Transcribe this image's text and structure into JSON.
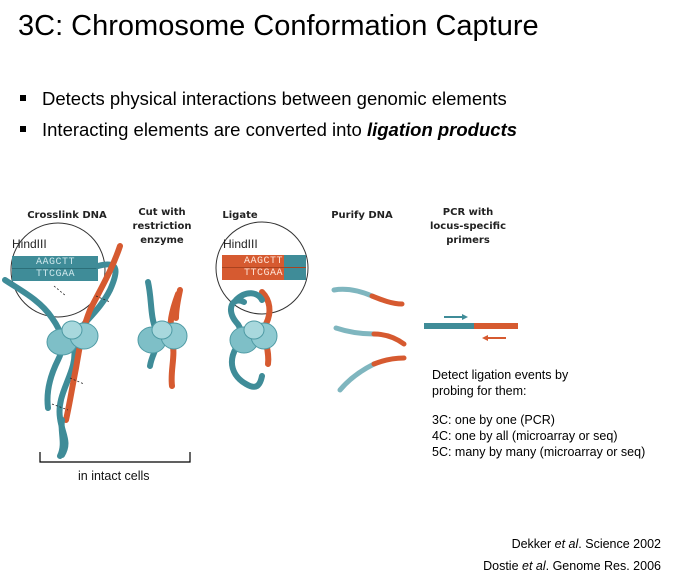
{
  "slide": {
    "title": "3C: Chromosome Conformation Capture",
    "bullets": [
      {
        "text": "Detects physical interactions between genomic elements"
      },
      {
        "text": "Interacting elements are converted into ",
        "emphasis": "ligation products"
      }
    ]
  },
  "diagram": {
    "steps": [
      {
        "label": "Crosslink DNA"
      },
      {
        "label": "Cut with restriction enzyme"
      },
      {
        "label": "Ligate"
      },
      {
        "label": "Purify DNA"
      },
      {
        "label": "PCR with locus-specific primers"
      }
    ],
    "enzyme": "HindIII",
    "seq_top": "AAGCTT",
    "seq_bottom": "TTCGAA",
    "bracket_caption": "in intact cells",
    "colors": {
      "teal": "#3f8c98",
      "orange": "#d65a30",
      "protein": "#7ebfc7"
    }
  },
  "detect": {
    "heading_line1": "Detect ligation events by",
    "heading_line2": "probing for them:",
    "methods": [
      "3C: one by one (PCR)",
      "4C: one by all (microarray or seq)",
      "5C: many by many (microarray or seq)"
    ]
  },
  "references": [
    {
      "author": "Dekker ",
      "etal": "et al",
      "rest": ". Science 2002"
    },
    {
      "author": "Dostie ",
      "etal": "et al",
      "rest": ". Genome Res. 2006"
    }
  ]
}
